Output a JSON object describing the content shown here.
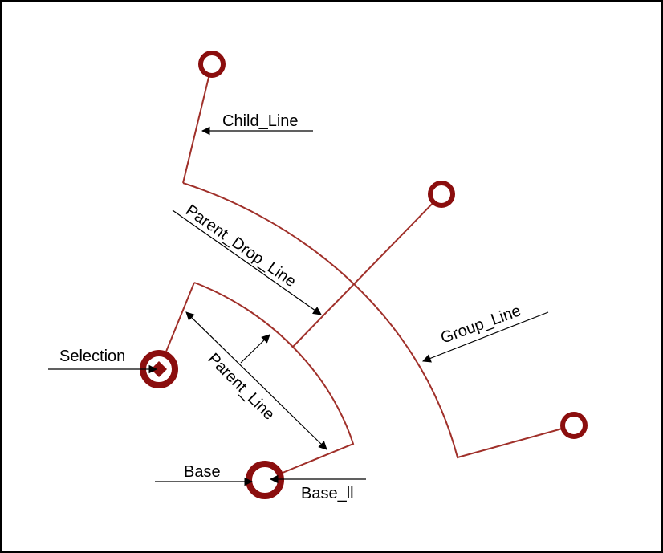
{
  "colors": {
    "line": "#a0302a",
    "node": "#8b0e0e",
    "callout": "#000000",
    "background": "#ffffff"
  },
  "labels": {
    "child_line": "Child_Line",
    "parent_drop_line": "Parent_Drop_Line",
    "group_line": "Group_Line",
    "selection": "Selection",
    "parent_line": "Parent_Line",
    "base": "Base",
    "base_ll": "Base_ll"
  },
  "icons": {
    "node": "ring-node-icon",
    "selection": "selection-diamond-icon"
  }
}
